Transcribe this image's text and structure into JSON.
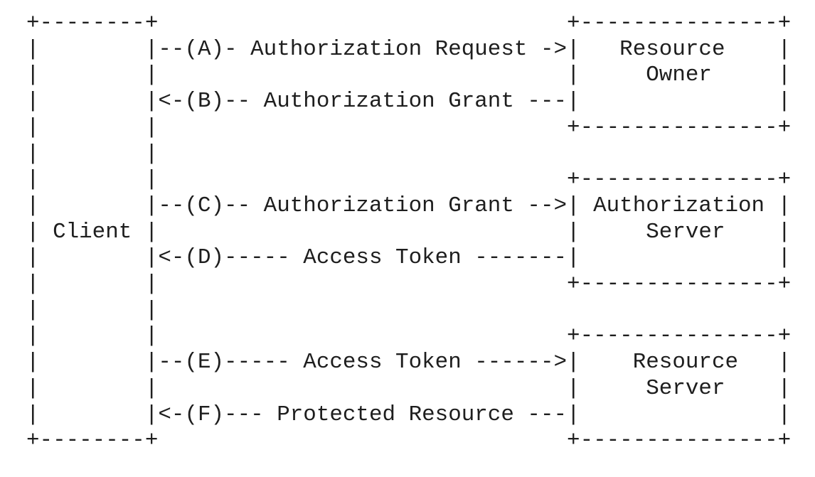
{
  "page": {
    "background_color": "#ffffff",
    "text_color": "#1e1e1e"
  },
  "diagram": {
    "type": "ascii-flow-diagram",
    "lines": [
      "+--------+                               +---------------+",
      "|        |--(A)- Authorization Request ->|   Resource    |",
      "|        |                               |     Owner     |",
      "|        |<-(B)-- Authorization Grant ---|               |",
      "|        |                               +---------------+",
      "|        |",
      "|        |                               +---------------+",
      "|        |--(C)-- Authorization Grant -->| Authorization |",
      "| Client |                               |     Server    |",
      "|        |<-(D)----- Access Token -------|               |",
      "|        |                               +---------------+",
      "|        |",
      "|        |                               +---------------+",
      "|        |--(E)----- Access Token ------>|    Resource   |",
      "|        |                               |     Server    |",
      "|        |<-(F)--- Protected Resource ---|               |",
      "+--------+                               +---------------+"
    ],
    "entities": [
      {
        "name": "Client"
      },
      {
        "name": "Resource Owner"
      },
      {
        "name": "Authorization Server"
      },
      {
        "name": "Resource Server"
      }
    ],
    "flows": [
      {
        "step": "A",
        "label": "Authorization Request",
        "from": "Client",
        "to": "Resource Owner"
      },
      {
        "step": "B",
        "label": "Authorization Grant",
        "from": "Resource Owner",
        "to": "Client"
      },
      {
        "step": "C",
        "label": "Authorization Grant",
        "from": "Client",
        "to": "Authorization Server"
      },
      {
        "step": "D",
        "label": "Access Token",
        "from": "Authorization Server",
        "to": "Client"
      },
      {
        "step": "E",
        "label": "Access Token",
        "from": "Client",
        "to": "Resource Server"
      },
      {
        "step": "F",
        "label": "Protected Resource",
        "from": "Resource Server",
        "to": "Client"
      }
    ]
  }
}
